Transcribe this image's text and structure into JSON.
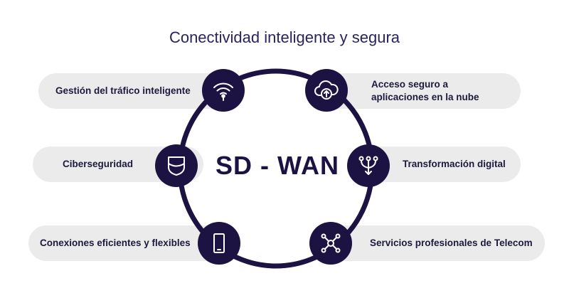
{
  "title": "Conectividad inteligente y segura",
  "center": "SD - WAN",
  "items": {
    "traffic": "Gestión del tráfico inteligente",
    "cloud": "Acceso seguro a aplicaciones en la nube",
    "security": "Ciberseguridad",
    "transformation": "Transformación digital",
    "connections": "Conexiones eficientes y flexibles",
    "telecom": "Servicios profesionales de Telecom"
  },
  "icons": {
    "traffic": "wifi-icon",
    "cloud": "cloud-upload-icon",
    "security": "shield-icon",
    "transformation": "branching-arrows-icon",
    "connections": "mobile-device-icon",
    "telecom": "network-hub-icon"
  },
  "colors": {
    "node": "#1c1343",
    "pill": "#ebebeb",
    "title": "#2a2360"
  }
}
